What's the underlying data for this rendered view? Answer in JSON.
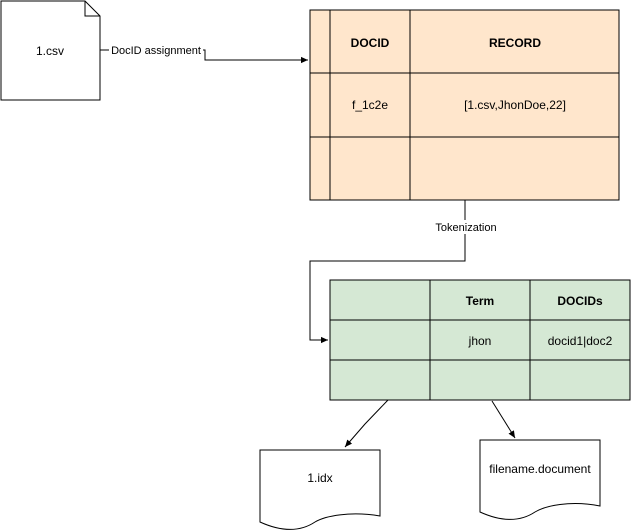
{
  "colors": {
    "record_fill": "#ffe6cc",
    "index_fill": "#d5e8d4",
    "stroke": "#000000",
    "background": "#ffffff"
  },
  "source_file": {
    "label": "1.csv"
  },
  "edges": {
    "docid_assignment": "DocID assignment",
    "tokenization": "Tokenization"
  },
  "record_table": {
    "headers": [
      "",
      "DOCID",
      "RECORD"
    ],
    "rows": [
      [
        "",
        "f_1c2e",
        "[1.csv,JhonDoe,22]"
      ],
      [
        "",
        "",
        ""
      ]
    ]
  },
  "index_table": {
    "headers": [
      "",
      "Term",
      "DOCIDs"
    ],
    "rows": [
      [
        "",
        "jhon",
        "docid1|doc2"
      ],
      [
        "",
        "",
        ""
      ]
    ]
  },
  "outputs": {
    "idx_file": "1.idx",
    "document_file": "filename.document"
  }
}
